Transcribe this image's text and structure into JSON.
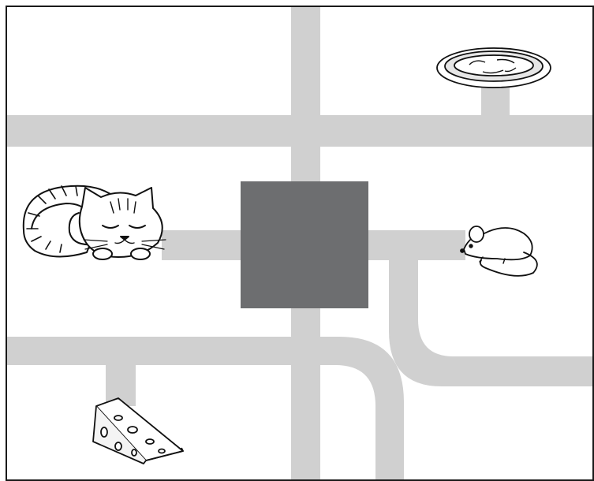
{
  "colors": {
    "background": "#ffffff",
    "frame": "#1a1a1a",
    "path": "#d0d0d0",
    "center_block": "#6d6e70",
    "line_art": "#111111"
  },
  "items": [
    {
      "key": "cat",
      "icon": "sleeping-cat-icon"
    },
    {
      "key": "mouse",
      "icon": "mouse-icon"
    },
    {
      "key": "cheese",
      "icon": "cheese-wedge-icon"
    },
    {
      "key": "plate",
      "icon": "food-plate-icon"
    }
  ]
}
